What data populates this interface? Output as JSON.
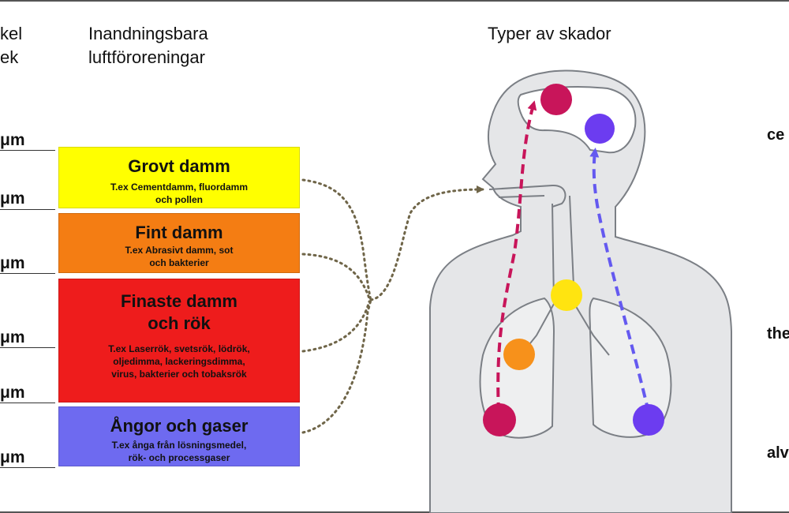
{
  "colors": {
    "coarse": "#ffff00",
    "fine": "#f47d13",
    "finest": "#ee1c1c",
    "gases": "#6e6af0",
    "body_fill": "#e5e6e8",
    "body_stroke": "#7b7f85",
    "dot_magenta": "#c8155a",
    "dot_purple": "#6c3cf0",
    "dot_yellow": "#ffe410",
    "dot_orange": "#f7911b",
    "arrow_magenta": "#c8155a",
    "arrow_purple": "#6459f0",
    "connector": "#6f6548"
  },
  "headers": {
    "col1_line1": "kel",
    "col1_line2": "ek",
    "col2_line1": "Inandningsbara",
    "col2_line2": "luftföroreningar",
    "right": "Typer av skador"
  },
  "size_labels": [
    "μm",
    "μm",
    "μm",
    "μm",
    "μm",
    "μm"
  ],
  "categories": [
    {
      "title": "Grovt damm",
      "desc": [
        "T.ex Cementdamm, fluordamm",
        "och pollen"
      ]
    },
    {
      "title": "Fint damm",
      "desc": [
        "T.ex Abrasivt damm, sot",
        "och bakterier"
      ]
    },
    {
      "title_lines": [
        "Finaste damm",
        "och rök"
      ],
      "desc": [
        "T.ex Laserrök, svetsrök, lödrök,",
        "oljedimma, lackeringsdimma,",
        "virus, bakterier och tobaksrök"
      ]
    },
    {
      "title": "Ångor och gaser",
      "desc": [
        "T.ex ånga från lösningsmedel,",
        "rök- och processgaser"
      ]
    }
  ],
  "right_labels": [
    "ce",
    "the",
    "alv"
  ]
}
